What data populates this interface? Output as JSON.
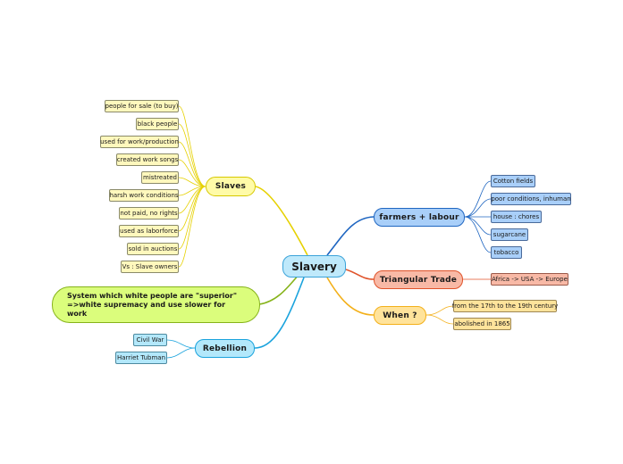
{
  "central": "Slavery",
  "slaves": {
    "label": "Slaves",
    "items": [
      "people for sale (to buy)",
      "black people",
      "used for work/production",
      "created work songs",
      "mistreated",
      "harsh work conditions",
      "not paid, no rights",
      "used as laborforce",
      "sold in auctions",
      "Vs : Slave owners"
    ]
  },
  "farmers": {
    "label": "farmers + labour",
    "items": [
      "Cotton fields",
      "poor conditions, inhuman",
      "house : chores",
      "sugarcane",
      "tobacco"
    ]
  },
  "triangular": {
    "label": "Triangular Trade",
    "items": [
      "Africa -> USA -> Europe"
    ]
  },
  "when": {
    "label": "When ?",
    "items": [
      "from the 17th to the 19th century",
      "abolished in 1865"
    ]
  },
  "rebellion": {
    "label": "Rebellion",
    "items": [
      "Civil War",
      "Harriet Tubman"
    ]
  },
  "definition": "System which white people are \"superior\" =>white supremacy and use slower for work",
  "colors": {
    "central": "#3ba3d9",
    "slaves": "#e6d100",
    "farmers": "#1f66c1",
    "triangular": "#e0532a",
    "when": "#f3b01a",
    "rebellion": "#1aa3dd",
    "definition": "#86b31a"
  }
}
